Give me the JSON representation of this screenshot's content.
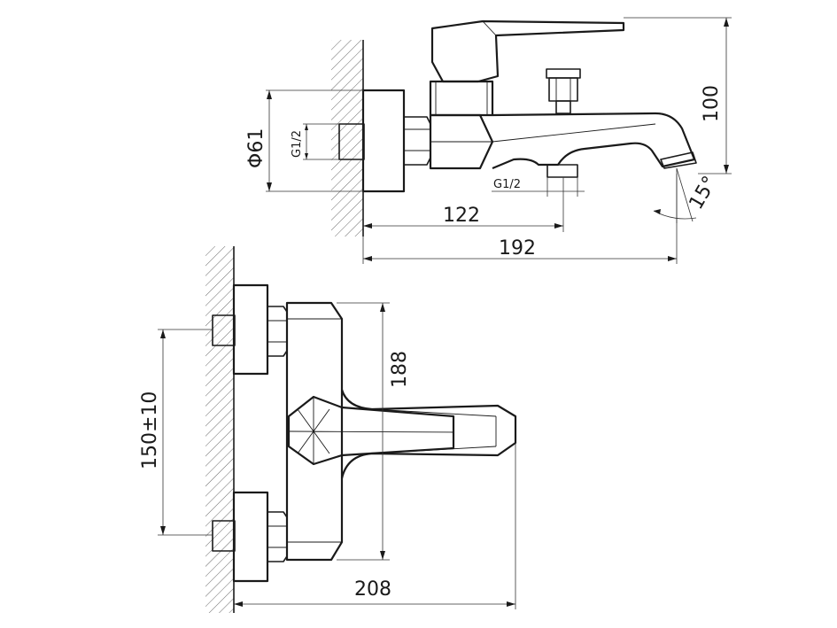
{
  "labels": {
    "phi61": "Φ61",
    "g12_inlet": "G1/2",
    "g12_outlet": "G1/2",
    "d122": "122",
    "d192": "192",
    "d100": "100",
    "angle15": "15°",
    "d188": "188",
    "d150": "150±10",
    "d208": "208"
  },
  "colors": {
    "line": "#1a1a1a",
    "background": "#ffffff"
  }
}
